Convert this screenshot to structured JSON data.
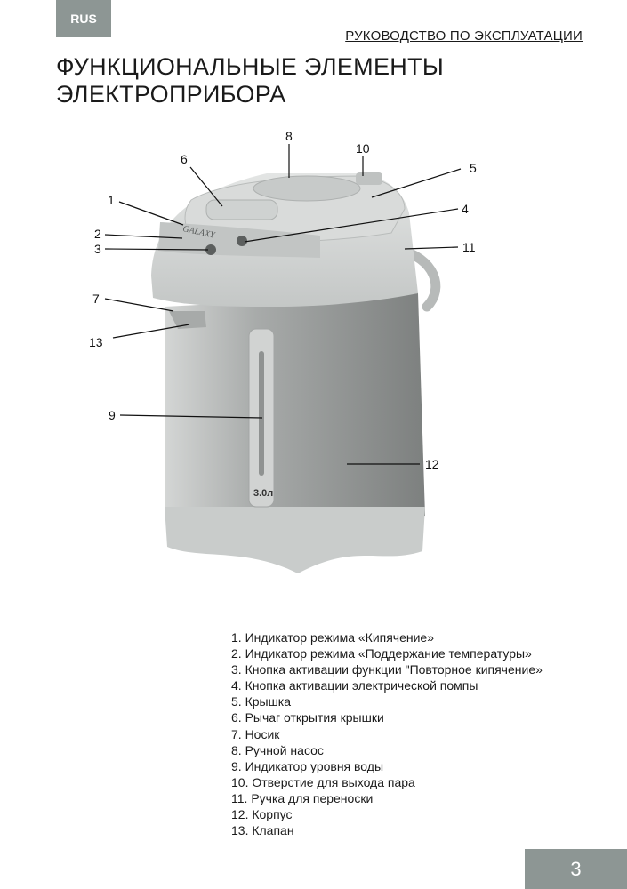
{
  "header": {
    "language_tab": "RUS",
    "manual_title": "РУКОВОДСТВО ПО ЭКСПЛУАТАЦИИ"
  },
  "page_title": {
    "line1": "ФУНКЦИОНАЛЬНЫЕ ЭЛЕМЕНТЫ",
    "line2": "ЭЛЕКТРОПРИБОРА"
  },
  "diagram": {
    "brand_logo": "GALAXY",
    "volume_label": "3.0л",
    "callouts": [
      "1",
      "2",
      "3",
      "4",
      "5",
      "6",
      "7",
      "8",
      "9",
      "10",
      "11",
      "12",
      "13"
    ]
  },
  "legend": [
    "1. Индикатор режима «Кипячение»",
    "2. Индикатор режима «Поддержание температуры»",
    "3. Кнопка активации функции \"Повторное кипячение»",
    "4. Кнопка активации электрической помпы",
    "5. Крышка",
    "6. Рычаг открытия крышки",
    "7. Носик",
    "8. Ручной насос",
    "9. Индикатор уровня воды",
    "10. Отверстие для выхода пара",
    "11. Ручка для переноски",
    "12. Корпус",
    "13. Клапан"
  ],
  "footer": {
    "page_number": "3"
  }
}
